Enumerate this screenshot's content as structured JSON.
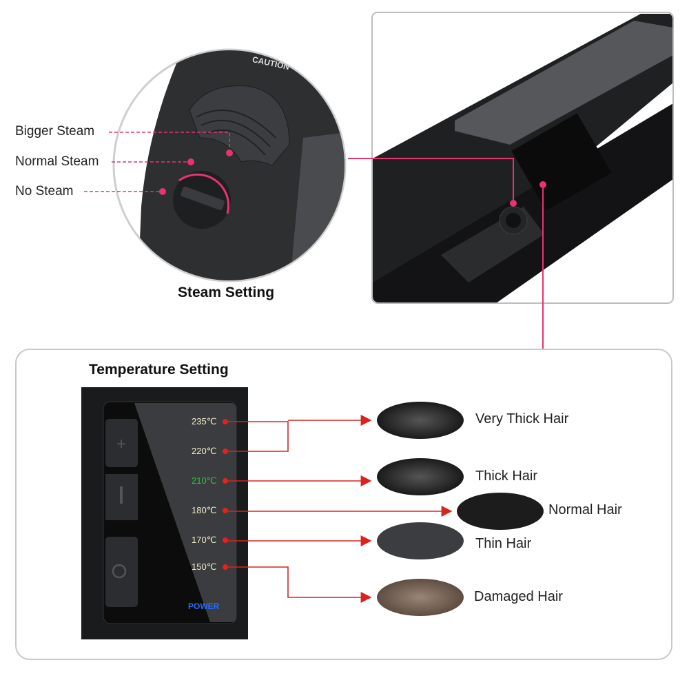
{
  "steam": {
    "title": "Steam Setting",
    "labels": [
      "Bigger Steam",
      "Normal Steam",
      "No Steam"
    ],
    "caution_text": "CAUTION"
  },
  "temperature": {
    "title": "Temperature Setting",
    "levels": [
      {
        "temp": "235℃",
        "color": "#f3ecc8"
      },
      {
        "temp": "220℃",
        "color": "#f3ecc8"
      },
      {
        "temp": "210℃",
        "color": "#2fc43a"
      },
      {
        "temp": "180℃",
        "color": "#f3ecc8"
      },
      {
        "temp": "170℃",
        "color": "#f3ecc8"
      },
      {
        "temp": "150℃",
        "color": "#f3ecc8"
      }
    ],
    "power_label": "POWER",
    "hair_types": [
      "Very Thick Hair",
      "Thick Hair",
      "Normal Hair",
      "Thin Hair",
      "Damaged Hair"
    ]
  },
  "colors": {
    "accent_pink": "#e8336f",
    "arrow_red": "#d9231f",
    "power_blue": "#2a6cf0"
  }
}
